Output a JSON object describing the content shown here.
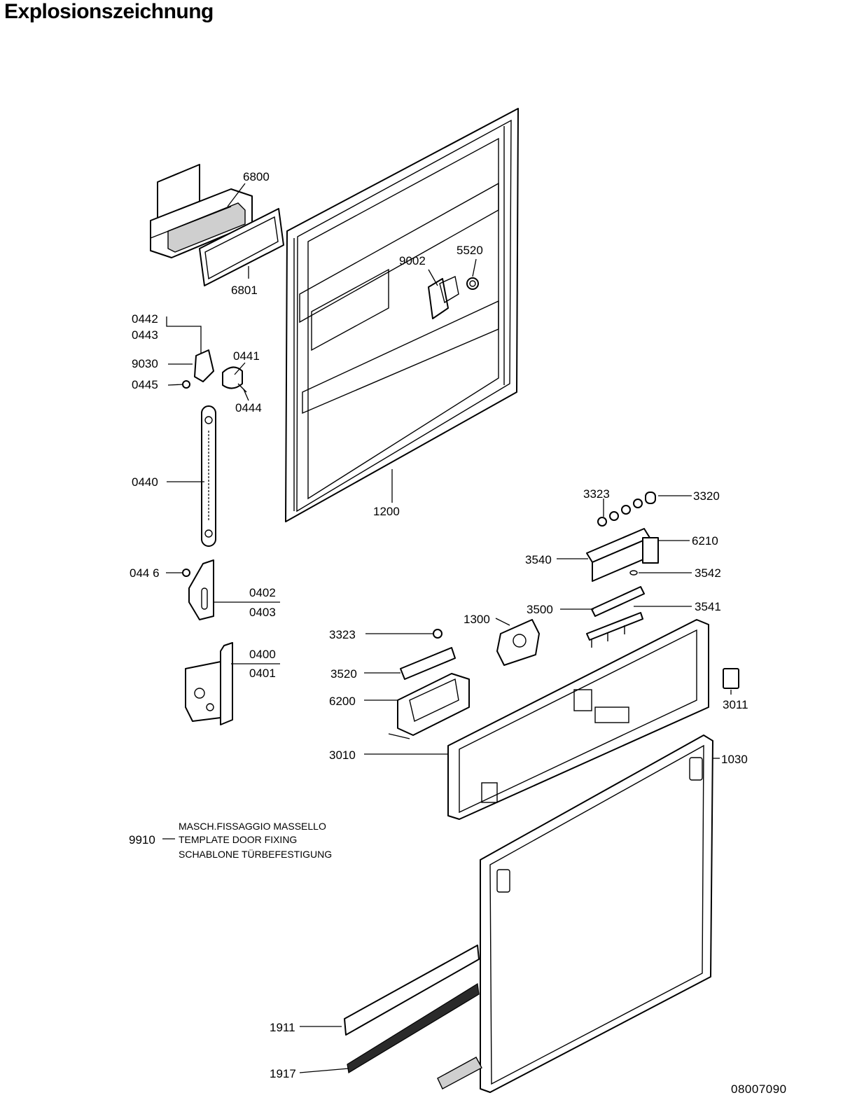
{
  "title": "Explosionszeichnung",
  "drawing_number": "08007090",
  "labels": {
    "p6800": "6800",
    "p6801": "6801",
    "p9002": "9002",
    "p5520": "5520",
    "p0442": "0442",
    "p0443": "0443",
    "p9030": "9030",
    "p0441": "0441",
    "p0445": "0445",
    "p0444": "0444",
    "p0440": "0440",
    "p1200": "1200",
    "p3323a": "3323",
    "p3320": "3320",
    "p6210": "6210",
    "p3540": "3540",
    "p3542": "3542",
    "p0446": "044 6",
    "p0402": "0402",
    "p0403": "0403",
    "p3500": "3500",
    "p3541": "3541",
    "p1300": "1300",
    "p3323b": "3323",
    "p0400": "0400",
    "p0401": "0401",
    "p3520": "3520",
    "p3011": "3011",
    "p6200": "6200",
    "p3010": "3010",
    "p1030": "1030",
    "p9910": "9910",
    "p1911": "1911",
    "p1917": "1917"
  },
  "note_9910": {
    "line1": "MASCH.FISSAGGIO MASSELLO",
    "line2": "TEMPLATE DOOR FIXING",
    "line3": "SCHABLONE TÜRBEFESTIGUNG"
  }
}
